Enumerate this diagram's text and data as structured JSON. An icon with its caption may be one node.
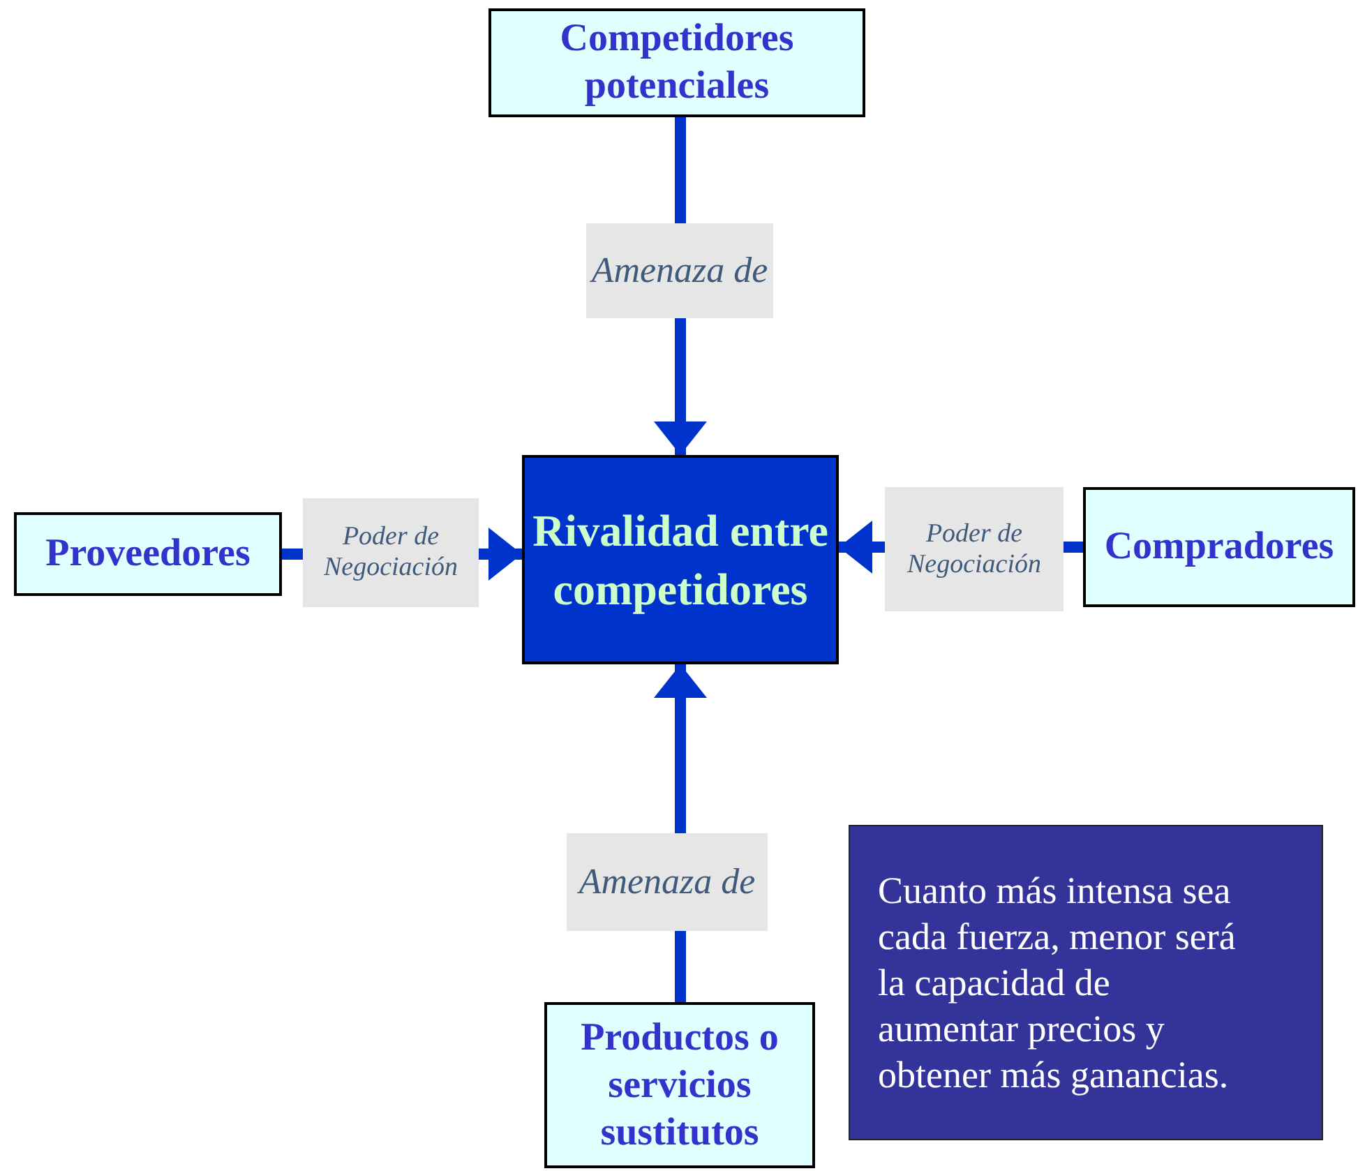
{
  "diagram": {
    "nodes": [
      {
        "text": [
          "Competidores potenciales"
        ]
      },
      {
        "text": [
          "Proveedores"
        ]
      },
      {
        "text": [
          "Rivalidad entre competidores"
        ]
      },
      {
        "text": [
          "Compradores"
        ]
      },
      {
        "text": [
          "Productos o servicios sustitutos"
        ]
      },
      {
        "text": [
          "Cuanto más intensa sea cada fuerza, menor será la capacidad de aumentar precios y obtener más ganancias."
        ]
      }
    ],
    "edges": [
      {
        "from": 0,
        "to": 2,
        "arrow": "to",
        "label": "Amenaza de"
      },
      {
        "from": 1,
        "to": 2,
        "arrow": "to",
        "label": "Poder de Negociación"
      },
      {
        "from": 3,
        "to": 2,
        "arrow": "to",
        "label": "Poder de Negociación"
      },
      {
        "from": 4,
        "to": 2,
        "arrow": "to",
        "label": "Amenaza de"
      }
    ]
  }
}
